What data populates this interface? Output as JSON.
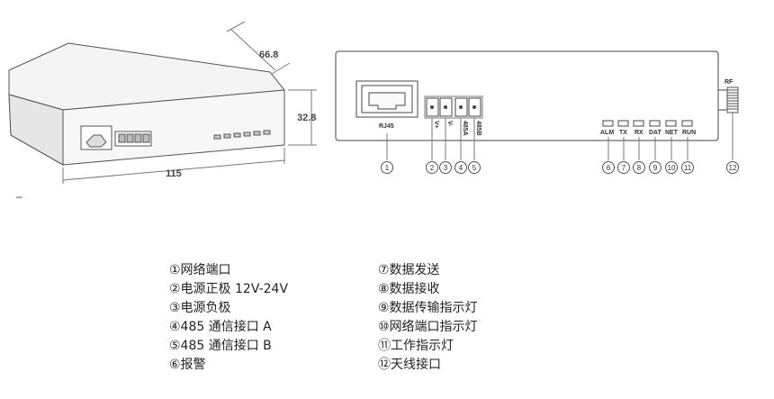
{
  "dimensions": {
    "depth": "66.8",
    "height": "32.8",
    "width": "115"
  },
  "front_panel": {
    "rj45_label": "RJ45",
    "terminal_labels": [
      "V+",
      "V-",
      "485A",
      "485B"
    ],
    "led_labels": [
      "ALM",
      "TX",
      "RX",
      "DAT",
      "NET",
      "RUN"
    ],
    "antenna_label": "RF",
    "callouts": [
      "1",
      "2",
      "3",
      "4",
      "5",
      "6",
      "7",
      "8",
      "9",
      "10",
      "11",
      "12"
    ]
  },
  "stray_mark": "–",
  "legend": {
    "left": [
      "①网络端口",
      "②电源正极 12V-24V",
      "③电源负极",
      "④485 通信接口 A",
      "⑤485 通信接口 B",
      "⑥报警"
    ],
    "right": [
      "⑦数据发送",
      "⑧数据接收",
      "⑨数据传输指示灯",
      "⑩网络端口指示灯",
      "⑪工作指示灯",
      "⑫天线接口"
    ]
  }
}
